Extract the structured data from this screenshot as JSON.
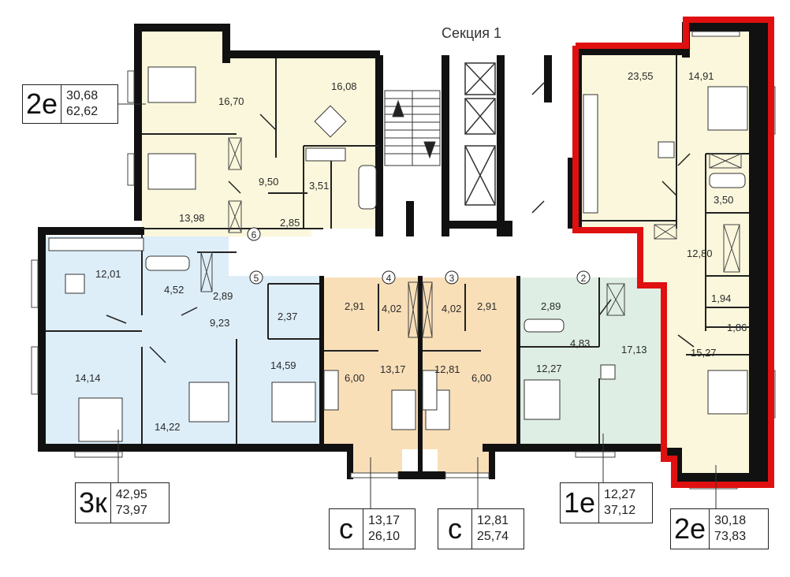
{
  "section_title": "Секция 1",
  "room_areas": [
    {
      "id": "r1670",
      "text": "16,70"
    },
    {
      "id": "r1608",
      "text": "16,08"
    },
    {
      "id": "r950",
      "text": "9,50"
    },
    {
      "id": "r351",
      "text": "3,51"
    },
    {
      "id": "r1398",
      "text": "13,98"
    },
    {
      "id": "r285",
      "text": "2,85"
    },
    {
      "id": "r1201",
      "text": "12,01"
    },
    {
      "id": "r452",
      "text": "4,52"
    },
    {
      "id": "r289a",
      "text": "2,89"
    },
    {
      "id": "r923",
      "text": "9,23"
    },
    {
      "id": "r237",
      "text": "2,37"
    },
    {
      "id": "r1414",
      "text": "14,14"
    },
    {
      "id": "r1422",
      "text": "14,22"
    },
    {
      "id": "r1459",
      "text": "14,59"
    },
    {
      "id": "r291a",
      "text": "2,91"
    },
    {
      "id": "r402a",
      "text": "4,02"
    },
    {
      "id": "r600a",
      "text": "6,00"
    },
    {
      "id": "r1317",
      "text": "13,17"
    },
    {
      "id": "r402b",
      "text": "4,02"
    },
    {
      "id": "r291b",
      "text": "2,91"
    },
    {
      "id": "r1281",
      "text": "12,81"
    },
    {
      "id": "r600b",
      "text": "6,00"
    },
    {
      "id": "r289b",
      "text": "2,89"
    },
    {
      "id": "r483",
      "text": "4,83"
    },
    {
      "id": "r1227",
      "text": "12,27"
    },
    {
      "id": "r1713",
      "text": "17,13"
    },
    {
      "id": "r2355",
      "text": "23,55"
    },
    {
      "id": "r1491",
      "text": "14,91"
    },
    {
      "id": "r350",
      "text": "3,50"
    },
    {
      "id": "r1280",
      "text": "12,80"
    },
    {
      "id": "r194",
      "text": "1,94"
    },
    {
      "id": "r186",
      "text": "1,86"
    },
    {
      "id": "r1527",
      "text": "15,27"
    }
  ],
  "apartment_numbers": [
    "6",
    "5",
    "4",
    "3",
    "2"
  ],
  "legends": [
    {
      "id": "apt6",
      "type": "2е",
      "living": "30,68",
      "total": "62,62"
    },
    {
      "id": "apt5",
      "type": "3к",
      "living": "42,95",
      "total": "73,97"
    },
    {
      "id": "apt4",
      "type": "с",
      "living": "13,17",
      "total": "26,10"
    },
    {
      "id": "apt3",
      "type": "с",
      "living": "12,81",
      "total": "25,74"
    },
    {
      "id": "apt2",
      "type": "1е",
      "living": "12,27",
      "total": "37,12"
    },
    {
      "id": "apt1",
      "type": "2е",
      "living": "30,18",
      "total": "73,83"
    }
  ],
  "colors": {
    "yellow": "#fbf7dc",
    "blue": "#ddeef9",
    "orange": "#f9dfb8",
    "green": "#deeee4",
    "wall": "#111111",
    "highlight": "#e01010"
  }
}
